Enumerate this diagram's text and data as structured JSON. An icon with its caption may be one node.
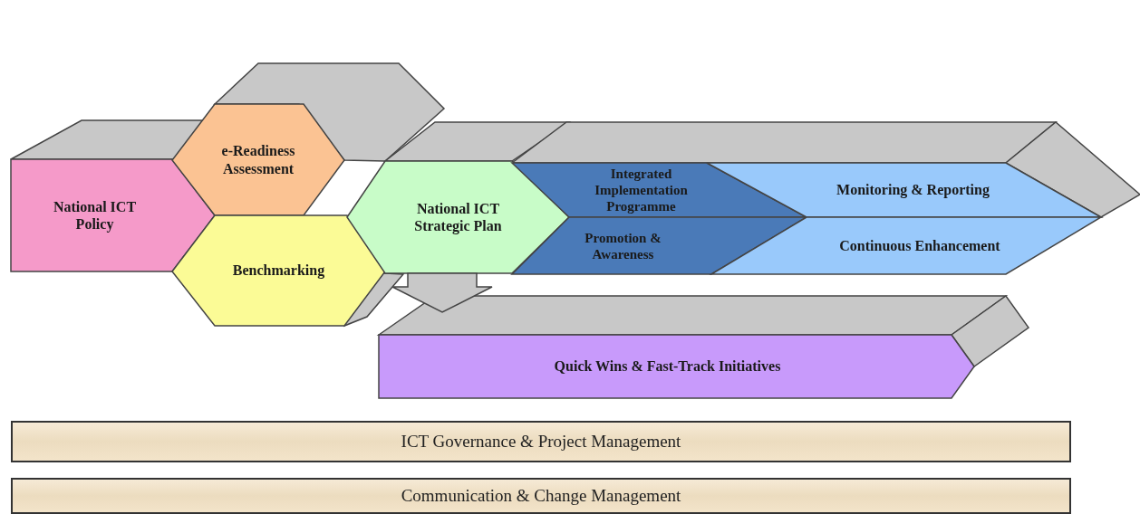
{
  "diagram": {
    "nodes": [
      {
        "text": [
          "National ICT Policy"
        ]
      },
      {
        "text": [
          "e-Readiness Assessment"
        ]
      },
      {
        "text": [
          "Benchmarking"
        ]
      },
      {
        "text": [
          "National ICT Strategic Plan"
        ]
      },
      {
        "text": [
          "Integrated Implementation Programme"
        ]
      },
      {
        "text": [
          "Promotion & Awareness"
        ]
      },
      {
        "text": [
          "Monitoring & Reporting"
        ]
      },
      {
        "text": [
          "Continuous Enhancement"
        ]
      },
      {
        "text": [
          "Quick Wins & Fast-Track Initiatives"
        ]
      },
      {
        "text": [
          "ICT Governance & Project Management"
        ]
      },
      {
        "text": [
          "Communication & Change Management"
        ]
      }
    ],
    "edges": [
      {
        "from": 3,
        "to": 8,
        "arrow": "to"
      }
    ]
  }
}
